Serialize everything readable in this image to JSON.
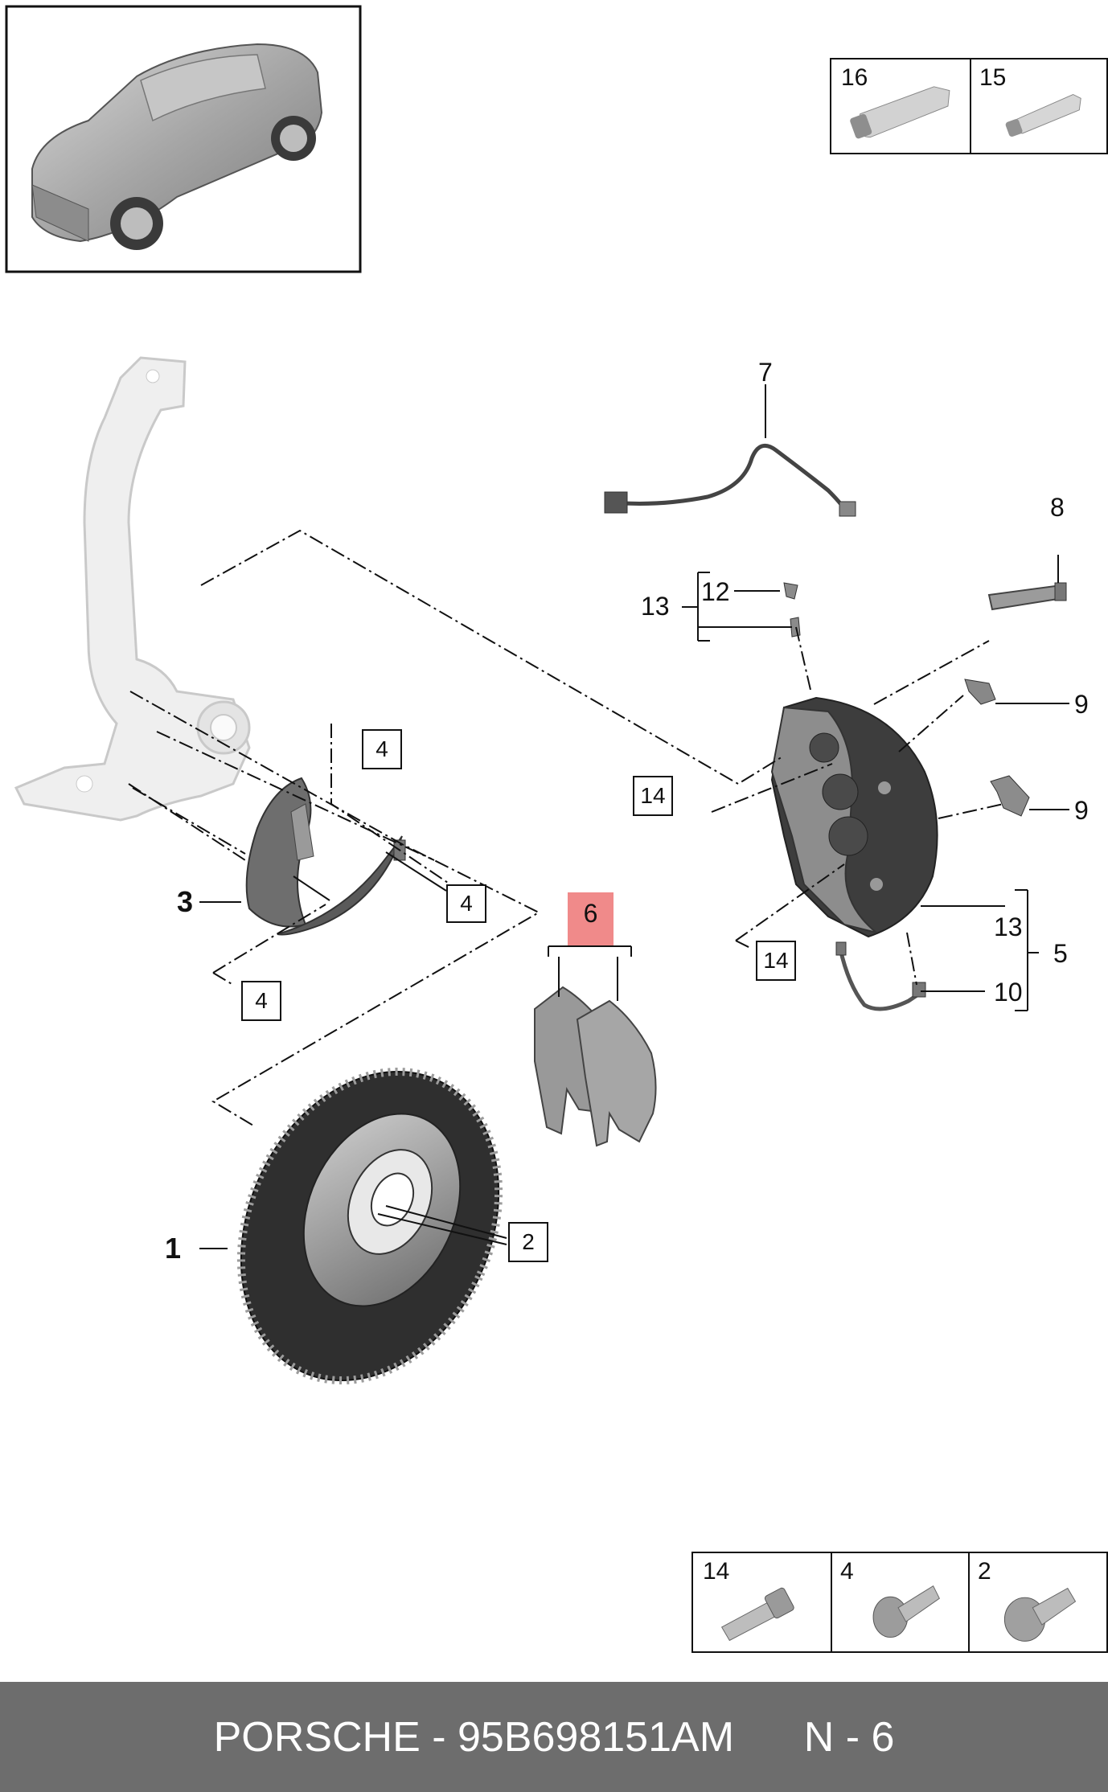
{
  "footer": {
    "brand": "PORSCHE",
    "sep": " - ",
    "part_number": "95B698151AM",
    "ref": "N - 6"
  },
  "top_legend": [
    {
      "num": "16",
      "icon": "grease-tube-icon"
    },
    {
      "num": "15",
      "icon": "grease-tube-icon"
    }
  ],
  "bottom_legend": [
    {
      "num": "14",
      "icon": "bolt-icon"
    },
    {
      "num": "4",
      "icon": "screw-icon"
    },
    {
      "num": "2",
      "icon": "countersunk-screw-icon"
    }
  ],
  "callouts": {
    "c1": "1",
    "c2": "2",
    "c3": "3",
    "c4a": "4",
    "c4b": "4",
    "c4c": "4",
    "c5": "5",
    "c6": "6",
    "c7": "7",
    "c8": "8",
    "c9a": "9",
    "c9b": "9",
    "c10": "10",
    "c12": "12",
    "c13a": "13",
    "c13b": "13",
    "c14a": "14",
    "c14b": "14"
  },
  "highlight_color": "#f08a8a"
}
